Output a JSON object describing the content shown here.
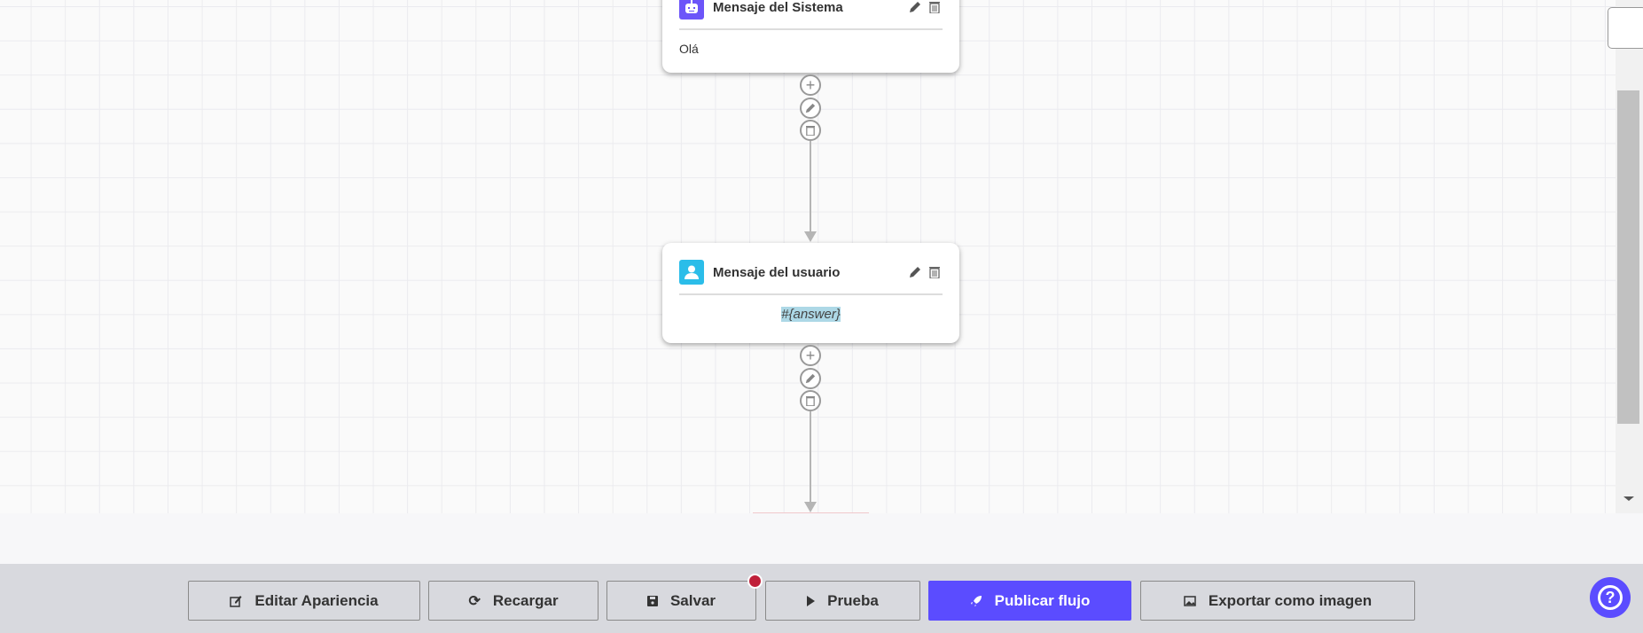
{
  "nodes": [
    {
      "type": "system",
      "title": "Mensaje del Sistema",
      "content": "Olá",
      "icon": "robot-icon",
      "color": "#6c55f9"
    },
    {
      "type": "user",
      "title": "Mensaje del usuario",
      "content": "#{answer}",
      "icon": "user-icon",
      "color": "#2bbde9"
    }
  ],
  "toolbar": {
    "edit": "Editar Apariencia",
    "reload": "Recargar",
    "save": "Salvar",
    "test": "Prueba",
    "publish": "Publicar flujo",
    "export": "Exportar como imagen"
  },
  "colors": {
    "primary": "#5b4cff",
    "unsaved_dot": "#c0203a",
    "variable_highlight": "#add8e6"
  }
}
